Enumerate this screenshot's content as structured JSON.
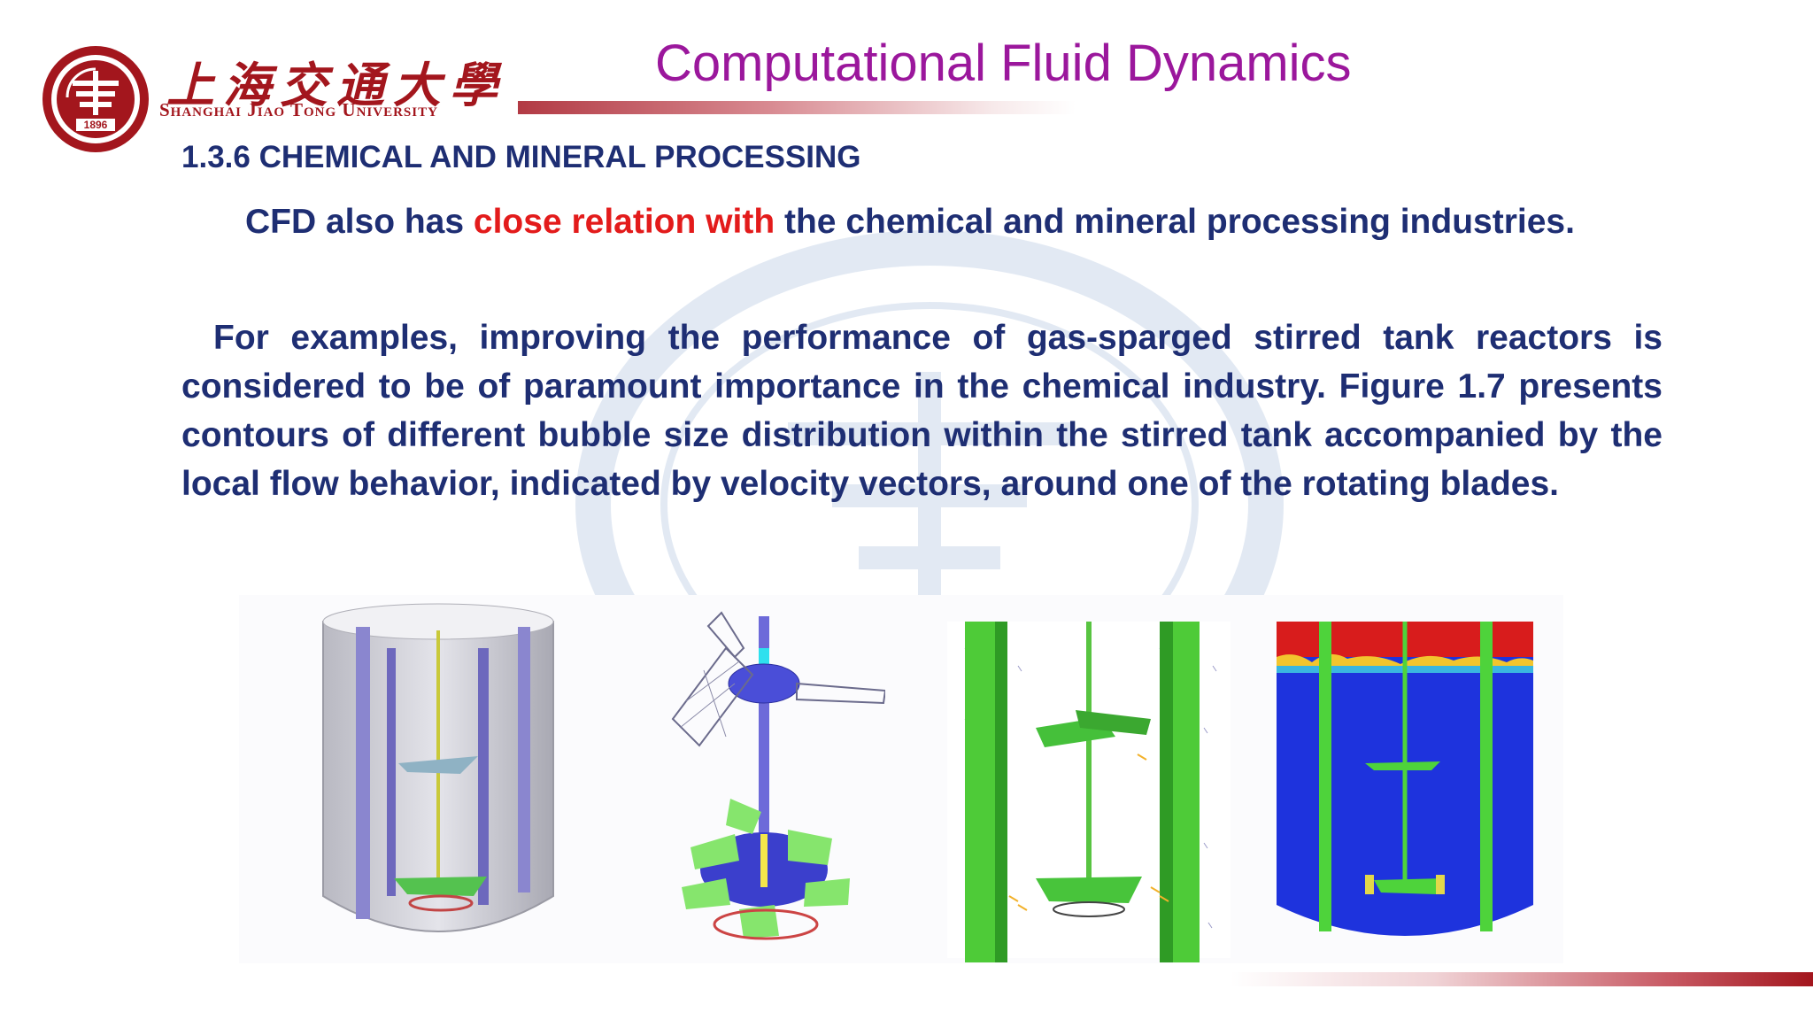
{
  "header": {
    "university_cn": "上海交通大學",
    "university_en": "Shanghai Jiao Tong University",
    "seal_year": "1896",
    "slide_title": "Computational Fluid Dynamics"
  },
  "section": {
    "heading": "1.3.6 CHEMICAL AND MINERAL PROCESSING"
  },
  "paragraph1": {
    "before": "CFD also has ",
    "highlight": "close relation with",
    "after": " the chemical and mineral processing industries."
  },
  "paragraph2": {
    "text": "For examples, improving the performance of gas-sparged stirred tank reactors is considered to be of paramount importance in the chemical industry. Figure 1.7 presents contours of different bubble size distribution within the stirred tank accompanied by the local flow behavior, indicated by velocity vectors, around one of the rotating blades."
  },
  "figure": {
    "panels": [
      "tank-geometry",
      "impeller-mesh",
      "velocity-vectors",
      "bubble-contours"
    ]
  },
  "colors": {
    "title": "#9b179c",
    "body_text": "#1e2e73",
    "highlight": "#e31b1b",
    "brand_red": "#a3161d"
  }
}
